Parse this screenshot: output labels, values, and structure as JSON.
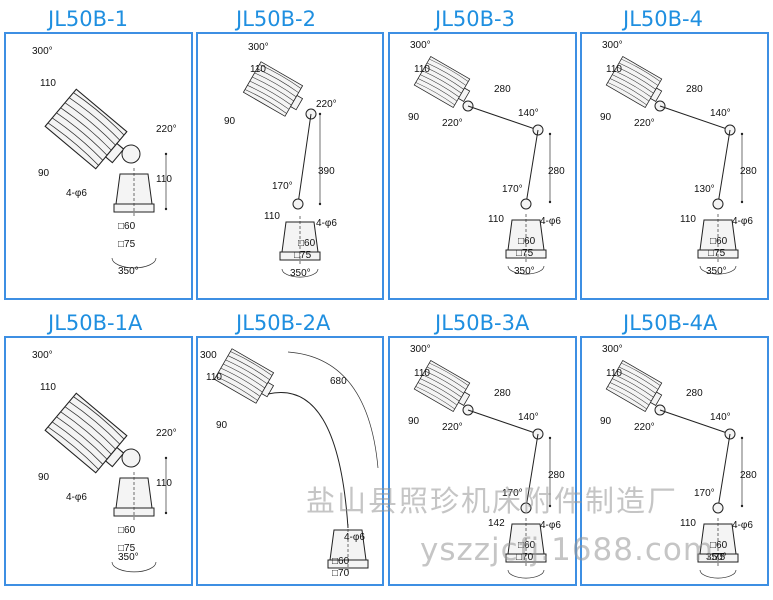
{
  "panels": [
    {
      "title": "JL50B-1",
      "type": "direct",
      "labels": {
        "rot": "300°",
        "len": "110",
        "tilt": "220°",
        "side": "90",
        "h": "110",
        "holes": "4-φ6",
        "sq1": "□60",
        "sq2": "□75",
        "base": "350°"
      }
    },
    {
      "title": "JL50B-2",
      "type": "one",
      "labels": {
        "rot": "300°",
        "len": "110",
        "tilt": "220°",
        "side": "90",
        "arm1": "390",
        "j2": "170°",
        "h": "110",
        "holes": "4-φ6",
        "sq1": "□60",
        "sq2": "□75",
        "base": "350°"
      }
    },
    {
      "title": "JL50B-3",
      "type": "two",
      "labels": {
        "rot": "300°",
        "len": "110",
        "tilt": "220°",
        "side": "90",
        "arm1": "280",
        "j1": "140°",
        "arm2": "280",
        "j2": "170°",
        "h": "110",
        "holes": "4-φ6",
        "sq1": "□60",
        "sq2": "□75",
        "base": "350°"
      }
    },
    {
      "title": "JL50B-4",
      "type": "two",
      "labels": {
        "rot": "300°",
        "len": "110",
        "tilt": "220°",
        "side": "90",
        "arm1": "280",
        "j1": "140°",
        "arm2": "280",
        "j2": "130°",
        "h": "110",
        "holes": "4-φ6",
        "sq1": "□60",
        "sq2": "□75",
        "base": "350°"
      }
    },
    {
      "title": "JL50B-1A",
      "type": "direct",
      "labels": {
        "rot": "300°",
        "len": "110",
        "tilt": "220°",
        "side": "90",
        "h": "110",
        "holes": "4-φ6",
        "sq1": "□60",
        "sq2": "□75",
        "base": "350°"
      }
    },
    {
      "title": "JL50B-2A",
      "type": "gooseneck",
      "labels": {
        "rot": "300",
        "len": "110",
        "side": "90",
        "arm1": "680",
        "holes": "4-φ6",
        "sq1": "□60",
        "sq2": "□70"
      }
    },
    {
      "title": "JL50B-3A",
      "type": "two",
      "labels": {
        "rot": "300°",
        "len": "110",
        "tilt": "220°",
        "side": "90",
        "arm1": "280",
        "j1": "140°",
        "arm2": "280",
        "j2": "170°",
        "h": "142",
        "holes": "4-φ6",
        "sq1": "□60",
        "sq2": "□70",
        "base": ""
      }
    },
    {
      "title": "JL50B-4A",
      "type": "two",
      "labels": {
        "rot": "300°",
        "len": "110",
        "tilt": "220°",
        "side": "90",
        "arm1": "280",
        "j1": "140°",
        "arm2": "280",
        "j2": "170°",
        "h": "110",
        "holes": "4-φ6",
        "sq1": "□60",
        "sq2": "□75",
        "base": "350°"
      }
    }
  ],
  "watermark": {
    "line1": "盐山县照珍机床附件制造厂",
    "line2": "yszzjcfj.1688.com"
  }
}
